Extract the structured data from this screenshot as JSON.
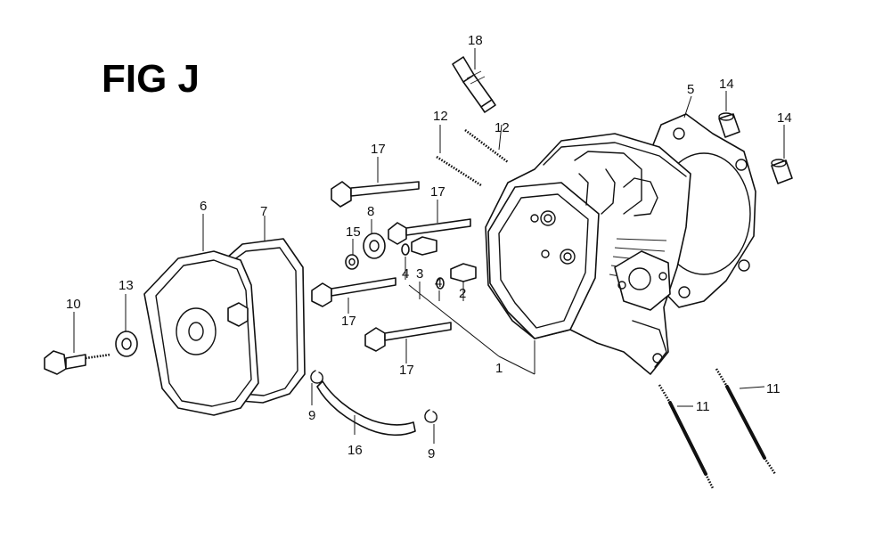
{
  "figure": {
    "title": "FIG J"
  },
  "callouts": {
    "c1": "1",
    "c2": "2",
    "c3": "3",
    "c4a": "4",
    "c4b": "4",
    "c5": "5",
    "c6": "6",
    "c7": "7",
    "c8": "8",
    "c9a": "9",
    "c9b": "9",
    "c10": "10",
    "c11a": "11",
    "c11b": "11",
    "c12a": "12",
    "c12b": "12",
    "c13": "13",
    "c14a": "14",
    "c14b": "14",
    "c15": "15",
    "c16": "16",
    "c17a": "17",
    "c17b": "17",
    "c17c": "17",
    "c17d": "17",
    "c18": "18"
  }
}
